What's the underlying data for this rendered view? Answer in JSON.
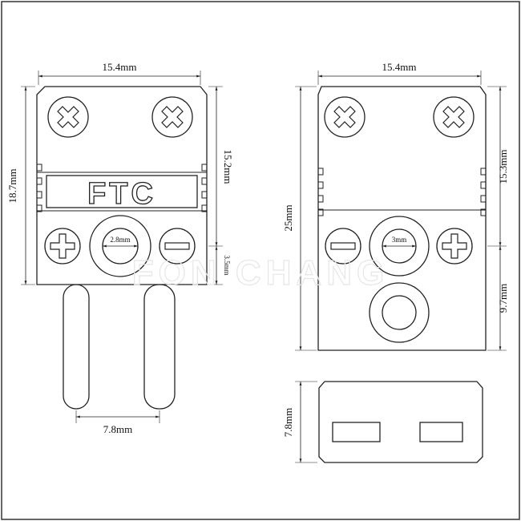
{
  "connector_side": {
    "width_label": "15.4mm",
    "height_label": "18.7mm",
    "upper_height_label": "15.2mm",
    "lower_height_label": "3.5mm",
    "hole_label": "2.8mm",
    "pin_spacing_label": "7.8mm",
    "logo_text": "FTC"
  },
  "connector_front": {
    "width_label": "15.4mm",
    "height_label": "25mm",
    "upper_height_label": "15.3mm",
    "lower_height_label": "9.7mm",
    "hole_label": "3mm"
  },
  "connector_bottom": {
    "depth_label": "7.8mm"
  },
  "watermark": "FON CHANG"
}
